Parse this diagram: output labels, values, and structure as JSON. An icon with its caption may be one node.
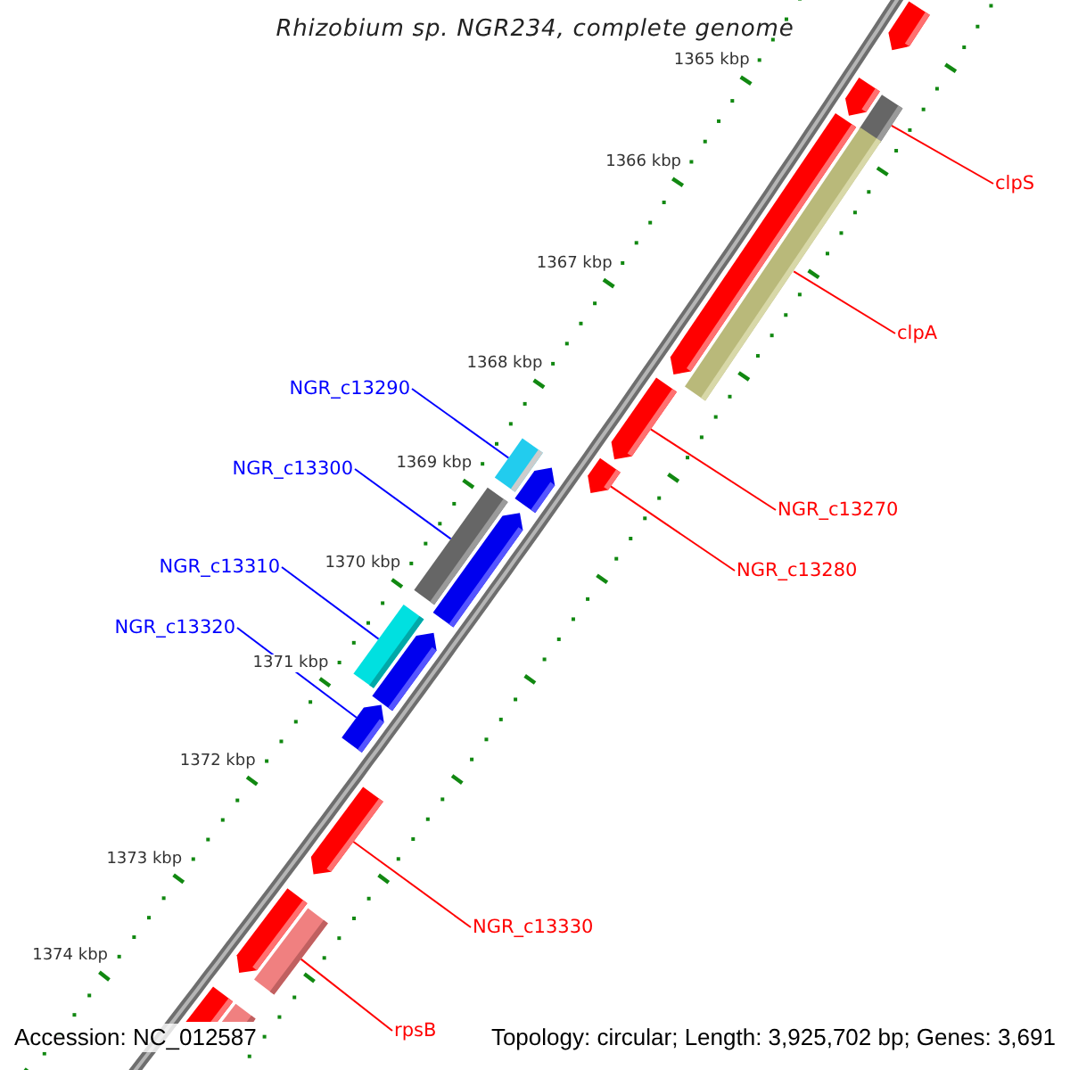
{
  "diagram": {
    "title": "Rhizobium sp. NGR234, complete genome",
    "nodes": [
      {
        "text": [],
        "shape": "pentagon"
      },
      {
        "text": [],
        "shape": "pentagon"
      },
      {
        "text": [],
        "shape": "bar"
      },
      {
        "text": [],
        "shape": "pentagon"
      },
      {
        "text": [],
        "shape": "bar"
      },
      {
        "text": [
          "clpS"
        ]
      },
      {
        "text": [
          "clpA"
        ]
      },
      {
        "text": [],
        "shape": "pentagon"
      },
      {
        "text": [
          "NGR_c13290"
        ]
      },
      {
        "text": [],
        "shape": "bar"
      },
      {
        "text": [],
        "shape": "pentagon"
      },
      {
        "text": [],
        "shape": "pentagon"
      },
      {
        "text": [
          "NGR_c13300"
        ]
      },
      {
        "text": [],
        "shape": "bar"
      },
      {
        "text": [
          "NGR_c13270"
        ]
      },
      {
        "text": [],
        "shape": "pentagon"
      },
      {
        "text": [
          "NGR_c13310"
        ]
      },
      {
        "text": [
          "NGR_c13280"
        ]
      },
      {
        "text": [],
        "shape": "bar"
      },
      {
        "text": [
          "NGR_c13320"
        ]
      },
      {
        "text": [],
        "shape": "pentagon"
      },
      {
        "text": [],
        "shape": "pentagon"
      },
      {
        "text": [],
        "shape": "pentagon"
      },
      {
        "text": [],
        "shape": "pentagon"
      },
      {
        "text": [],
        "shape": "bar"
      },
      {
        "text": [
          "NGR_c13330"
        ]
      },
      {
        "text": [],
        "shape": "bar"
      },
      {
        "text": [],
        "shape": "bar"
      },
      {
        "text": [
          "rpsB"
        ]
      }
    ],
    "edges": [
      {
        "from": 5,
        "to": 2,
        "arrow": "none"
      },
      {
        "from": 6,
        "to": 4,
        "arrow": "none"
      },
      {
        "from": 8,
        "to": 9,
        "arrow": "none",
        "color": "#0000ff"
      },
      {
        "from": 12,
        "to": 13,
        "arrow": "none",
        "color": "#0000ff"
      },
      {
        "from": 14,
        "to": 7,
        "arrow": "none"
      },
      {
        "from": 16,
        "to": 18,
        "arrow": "none",
        "color": "#0000ff"
      },
      {
        "from": 17,
        "to": 10,
        "arrow": "none"
      },
      {
        "from": 19,
        "to": 21,
        "arrow": "none",
        "color": "#0000ff"
      },
      {
        "from": 25,
        "to": 22,
        "arrow": "none"
      },
      {
        "from": 28,
        "to": 24,
        "arrow": "none"
      }
    ],
    "labels": [
      "1365 kbp",
      "1366 kbp",
      "1367 kbp",
      "1368 kbp",
      "1369 kbp",
      "1370 kbp",
      "1371 kbp",
      "1372 kbp",
      "1373 kbp",
      "1374 kbp",
      "Accession: NC_012587",
      "Topology: circular; Length: 3,925,702 bp; Genes: 3,691"
    ]
  }
}
